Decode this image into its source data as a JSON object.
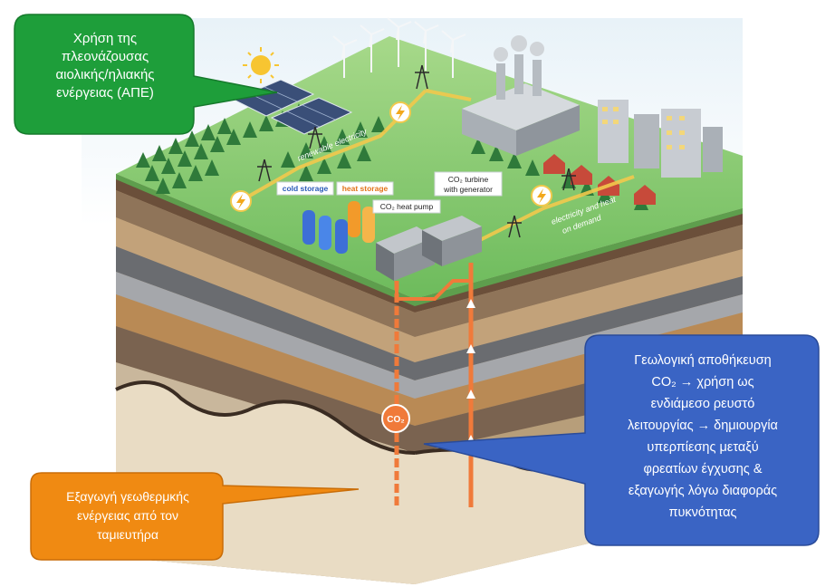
{
  "callouts": {
    "renewables": "Χρήση της\nπλεονάζουσας\nαιολικής/ηλιακής\nενέργειας (ΑΠΕ)",
    "storage": "Γεωλογική αποθήκευση\nCO₂ → χρήση ως\nενδιάμεσο ρευστό\nλειτουργίας → δημιουργία\nυπερπίεσης μεταξύ\nφρεατίων έγχυσης &\nεξαγωγής λόγω διαφοράς\nπυκνότητας",
    "geothermal": "Εξαγωγή γεωθερμκής\nενέργειας από τον\nταμιευτήρα"
  },
  "labels": {
    "cold_storage": "cold storage",
    "heat_storage": "heat storage",
    "heat_pump": "CO₂ heat pump",
    "turbine_line1": "CO₂ turbine",
    "turbine_line2": "with generator",
    "renewable_electricity": "renewable electricity",
    "electricity_heat_1": "electricity and heat",
    "electricity_heat_2": "on demand",
    "co2_badge": "CO₂"
  },
  "colors": {
    "green_callout": "#1e9e3a",
    "blue_callout": "#3a64c4",
    "orange_callout": "#f08a12",
    "grass": "#7cc46a",
    "pipe": "#f07a3a"
  }
}
